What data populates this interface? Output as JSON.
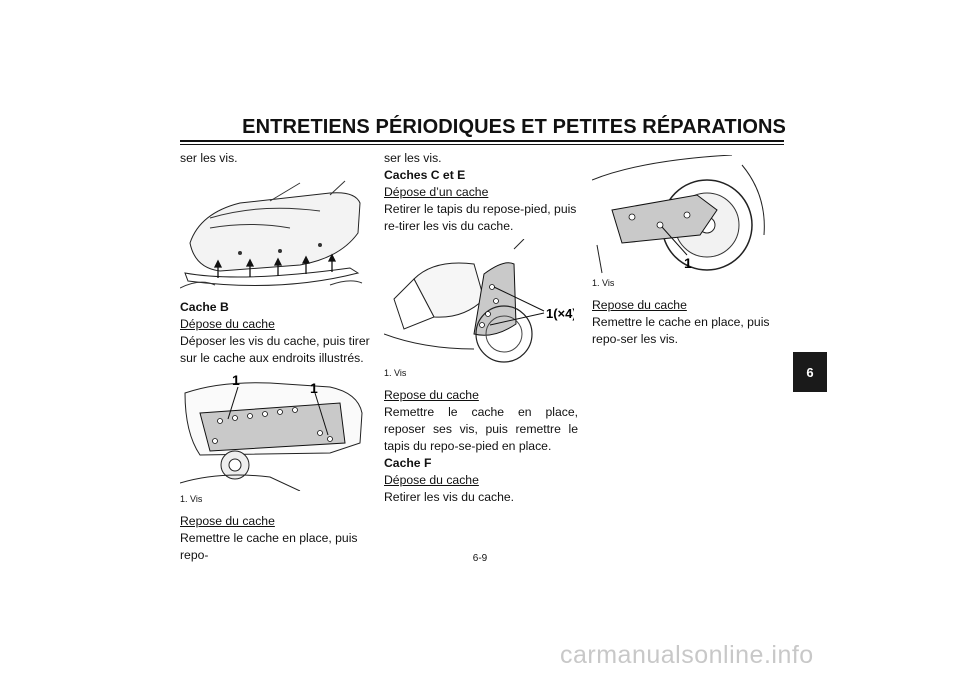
{
  "header": {
    "title": "ENTRETIENS PÉRIODIQUES ET PETITES RÉPARATIONS"
  },
  "col1": {
    "cont": "ser les vis.",
    "cache_b": "Cache B",
    "depose_label": "Dépose du cache",
    "depose_text": "Déposer les vis du cache, puis tirer sur le cache aux endroits illustrés.",
    "fig2_label1": "1",
    "fig2_label2": "1",
    "fig2_caption": "1. Vis",
    "repose_label": "Repose du cache",
    "repose_text": "Remettre le cache en place, puis repo-"
  },
  "col2": {
    "cont": "ser les vis.",
    "caches_ce": "Caches C et E",
    "depose_label": "Dépose d’un cache",
    "depose_text": "Retirer le tapis du repose-pied, puis re-tirer les vis du cache.",
    "fig_label": "1(×4)",
    "fig_caption": "1. Vis",
    "repose_label": "Repose du cache",
    "repose_text": "Remettre le cache en place, reposer ses vis, puis remettre le tapis du repo-se-pied en place.",
    "cache_f": "Cache F",
    "depose_f_label": "Dépose du cache",
    "depose_f_text": "Retirer les vis du cache."
  },
  "col3": {
    "fig_label": "1",
    "fig_caption": "1. Vis",
    "repose_label": "Repose du cache",
    "repose_text": "Remettre le cache en place, puis repo-ser les vis."
  },
  "chapter": "6",
  "page_number": "6-9",
  "watermark": "carmanualsonline.info"
}
